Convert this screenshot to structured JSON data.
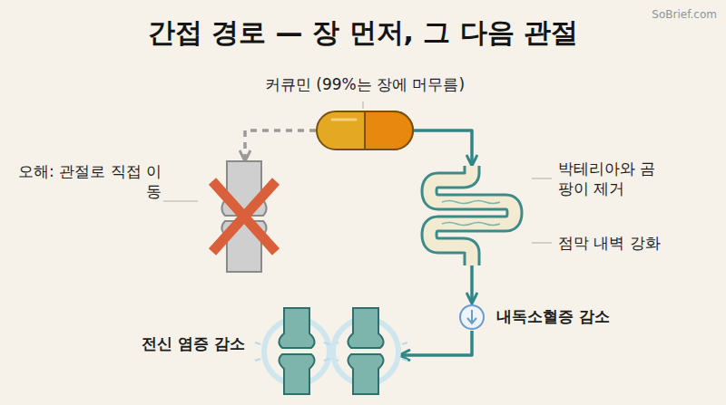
{
  "diagram": {
    "title": "간접 경로 — 장 먼저, 그 다음 관절",
    "nodes": [
      {
        "text": [
          "커큐민 (99%는 장에 머무름)"
        ]
      },
      {
        "text": [
          "오해: 관절로 직접 이동"
        ]
      },
      {
        "text": [
          "박테리아와 곰팡이 제거",
          "점막 내벽 강화"
        ]
      },
      {
        "text": [
          "내독소혈증 감소"
        ]
      },
      {
        "text": [
          "전신 염증 감소"
        ]
      }
    ],
    "edges": [
      {
        "from": 0,
        "to": 1,
        "arrow": "to"
      },
      {
        "from": 0,
        "to": 2,
        "arrow": "to"
      },
      {
        "from": 2,
        "to": 3,
        "arrow": "to"
      },
      {
        "from": 3,
        "to": 4,
        "arrow": "to"
      }
    ],
    "labels": [
      "SoBrief.com"
    ]
  }
}
